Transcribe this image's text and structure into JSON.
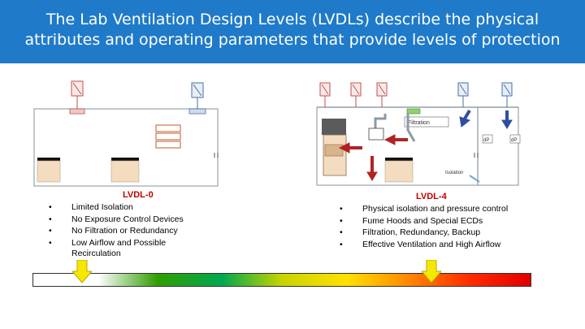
{
  "title": {
    "line1": "The Lab Ventilation Design Levels (LVDLs) describe the physical",
    "line2": "attributes and operating parameters that provide levels of protection"
  },
  "colors": {
    "title_bg": "#1f7ac9",
    "level_label": "#c00000",
    "marker": "#f5e800",
    "gradient": [
      "#ffffff",
      "#ffffff",
      "#2f9e00",
      "#00a84f",
      "#c8d400",
      "#ffe100",
      "#ff8a00",
      "#ff2a00",
      "#e00000"
    ]
  },
  "left_panel": {
    "level": "LVDL-0",
    "items": [
      "Limited Isolation",
      "No Exposure Control Devices",
      "No Filtration or Redundancy",
      "Low Airflow and Possible",
      "Recirculation"
    ]
  },
  "right_panel": {
    "level": "LVDL-4",
    "items": [
      "Physical isolation and pressure control",
      "Fume Hoods and Special ECDs",
      "Filtration, Redundancy, Backup",
      "Effective Ventilation and High Airflow"
    ],
    "diagram_labels": {
      "filtration": "Filtration",
      "isolation": "Isolation",
      "dp1": "dP",
      "dp2": "dP"
    }
  },
  "scale": {
    "left_marker_fraction": 0.1,
    "right_marker_fraction": 0.8
  }
}
